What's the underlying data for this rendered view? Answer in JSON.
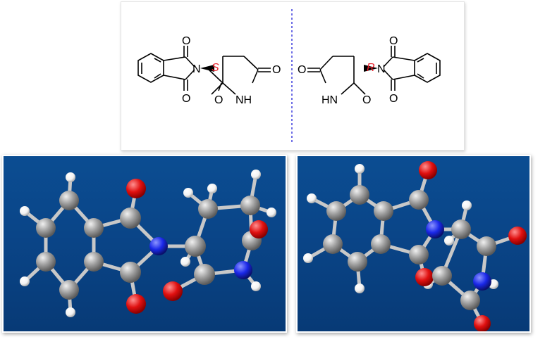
{
  "structure_s": {
    "stereo_label": "S",
    "atoms": {
      "o_top": "O",
      "o_bottom": "O",
      "n_imide": "N",
      "o_right": "O",
      "o_amide": "O",
      "nh": "NH"
    }
  },
  "structure_r": {
    "stereo_label": "R",
    "atoms": {
      "o_top": "O",
      "o_bottom": "O",
      "n_imide": "N",
      "o_left": "O",
      "o_amide": "O",
      "hn": "HN"
    }
  },
  "colors": {
    "divider": "#4a4adf",
    "stereo": "#e8202a",
    "carbon": "#9a9a9a",
    "oxygen": "#e01010",
    "nitrogen": "#1a28e8",
    "hydrogen": "#f2f2f2",
    "background_3d": "#0a4588"
  }
}
